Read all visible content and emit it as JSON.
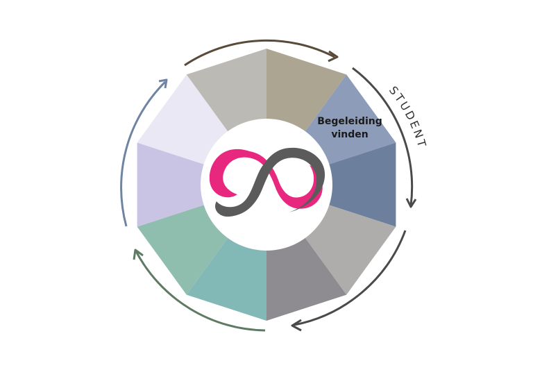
{
  "wheel": {
    "segments": [
      {
        "color": "#aca592",
        "label": ""
      },
      {
        "color": "#8d9db9",
        "label": "Begeleiding vinden"
      },
      {
        "color": "#6c7f9c",
        "label": ""
      },
      {
        "color": "#aeadab",
        "label": ""
      },
      {
        "color": "#8e8c90",
        "label": ""
      },
      {
        "color": "#82b8b6",
        "label": ""
      },
      {
        "color": "#8fbeae",
        "label": ""
      },
      {
        "color": "#c9c4e3",
        "label": ""
      },
      {
        "color": "#ebe8f6",
        "label": ""
      },
      {
        "color": "#bcbab4",
        "label": ""
      }
    ],
    "segment_label_line1": "Begeleiding",
    "segment_label_line2": "vinden",
    "center_logo": "infinity-s-logo-icon",
    "logo_colors": {
      "pink": "#e8287f",
      "gray": "#5b5b5b"
    }
  },
  "arcs": [
    {
      "color": "#5a4a3a",
      "label": ""
    },
    {
      "color": "#4a4a4a",
      "label": "STUDENT"
    },
    {
      "color": "#4a4a4a",
      "label": ""
    },
    {
      "color": "#5f7a63",
      "label": ""
    },
    {
      "color": "#6f84a3",
      "label": ""
    }
  ],
  "arc_label_student": "STUDENT"
}
